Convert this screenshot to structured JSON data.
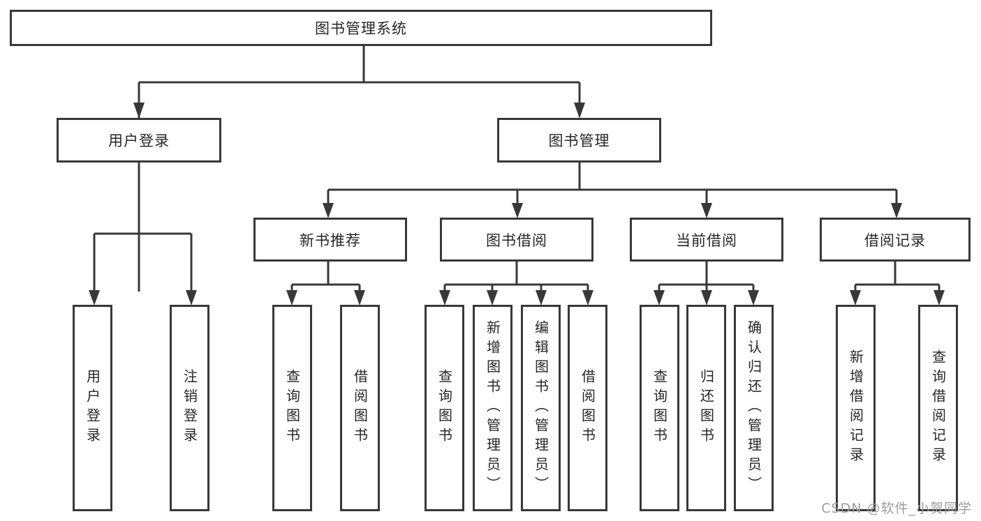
{
  "diagram": {
    "root": {
      "label": "图书管理系统"
    },
    "level2": [
      {
        "label": "用户登录"
      },
      {
        "label": "图书管理"
      }
    ],
    "level3": [
      {
        "label": "新书推荐"
      },
      {
        "label": "图书借阅"
      },
      {
        "label": "当前借阅"
      },
      {
        "label": "借阅记录"
      }
    ],
    "leaves": [
      {
        "label": "用户登录"
      },
      {
        "label": "注销登录"
      },
      {
        "label": "查询图书"
      },
      {
        "label": "借阅图书"
      },
      {
        "label": "查询图书"
      },
      {
        "label": "新增图书（管理员）"
      },
      {
        "label": "编辑图书（管理员）"
      },
      {
        "label": "借阅图书"
      },
      {
        "label": "查询图书"
      },
      {
        "label": "归还图书"
      },
      {
        "label": "确认归还（管理员）"
      },
      {
        "label": "新增借阅记录"
      },
      {
        "label": "查询借阅记录"
      }
    ],
    "colors": {
      "line": "#383838",
      "text": "#262626",
      "background": "#ffffff",
      "watermark_color": "#9c9c9c"
    }
  },
  "watermark": {
    "text": "CSDN @软件_小贺同学"
  }
}
